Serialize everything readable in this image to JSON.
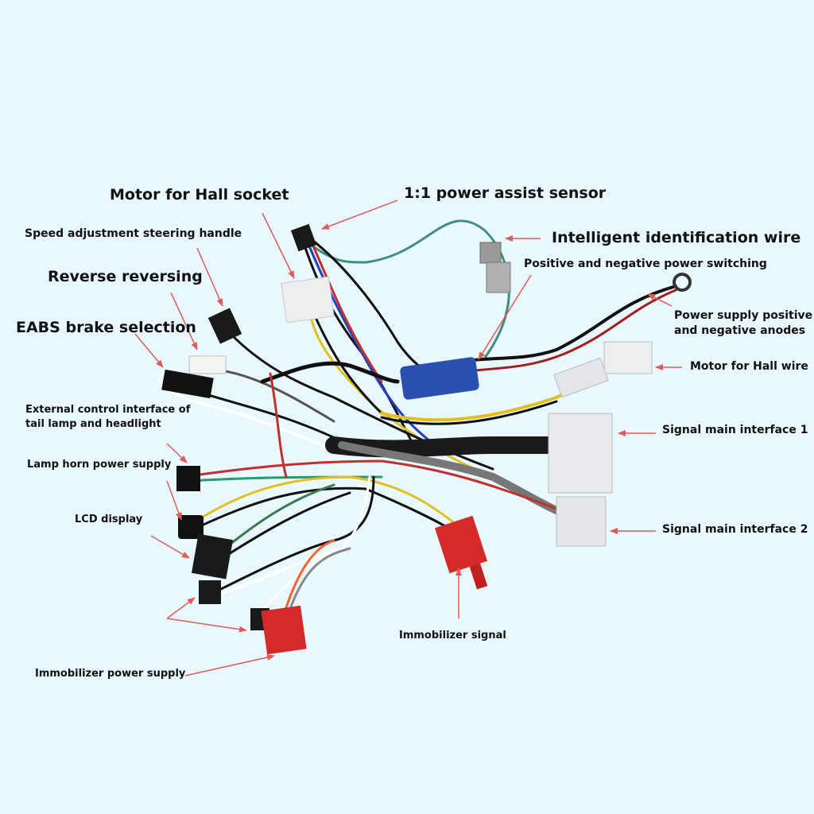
{
  "labels": {
    "motor_hall_socket": "Motor for Hall socket",
    "power_assist_sensor": "1:1 power assist sensor",
    "speed_handle": "Speed adjustment steering handle",
    "intelligent_id_wire": "Intelligent identification wire",
    "reverse": "Reverse reversing",
    "power_switching": "Positive and negative power switching",
    "eabs": "EABS brake selection",
    "power_anodes_line1": "Power supply positive",
    "power_anodes_line2": "and negative anodes",
    "motor_hall_wire": "Motor for Hall wire",
    "tail_lamp_line1": "External control interface of",
    "tail_lamp_line2": "tail lamp and headlight",
    "signal_main_1": "Signal main interface 1",
    "lamp_horn": "Lamp horn power supply",
    "lcd": "LCD display",
    "signal_main_2": "Signal main interface 2",
    "immobilizer_signal": "Immobilizer signal",
    "immobilizer_power": "Immobilizer power supply"
  },
  "colors": {
    "background": "#e9f8fc",
    "arrow": "#e05a5a",
    "connector_blue": "#2a4fb0",
    "connector_red": "#d42a2a",
    "connector_white": "#eceef0",
    "connector_black": "#1a1a1a",
    "wire_green": "#3f8f7a",
    "wire_yellow": "#e0c020"
  }
}
